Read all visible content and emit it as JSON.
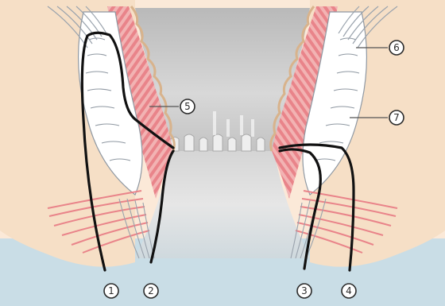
{
  "labels": [
    "1",
    "2",
    "3",
    "4",
    "5",
    "6",
    "7"
  ],
  "colors": {
    "background": "#fbe9d8",
    "skin": "#f5dcc2",
    "bottom_band": "#c9dde6",
    "lumen": "#c5c5c5",
    "muscle_stripe": "#e9848a",
    "fat": "#ffffff",
    "fiber": "#9aa3ad",
    "tract_line": "#111111"
  }
}
